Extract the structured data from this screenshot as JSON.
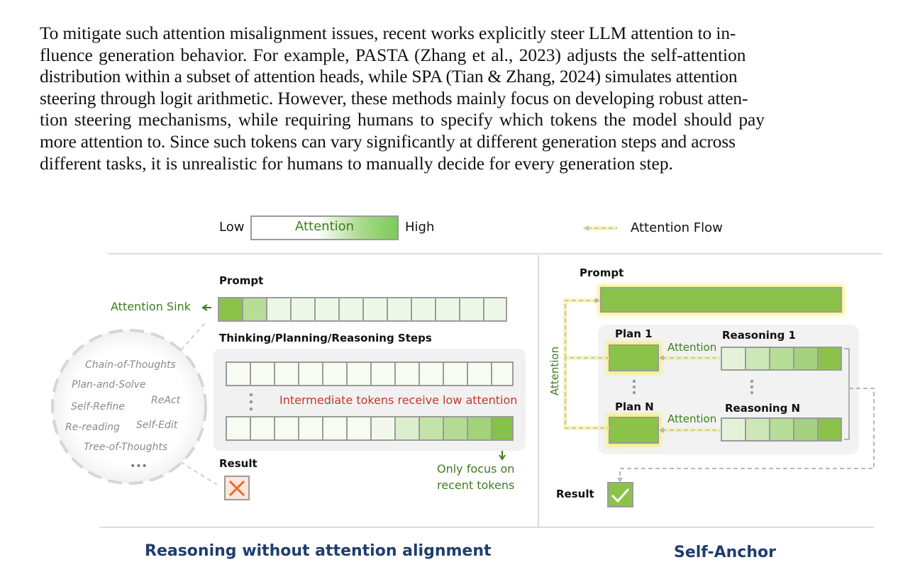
{
  "paragraph": {
    "lines": [
      "To mitigate such attention misalignment issues, recent works explicitly steer LLM attention to in-",
      "fluence generation behavior. For example, PASTA (Zhang et al., 2023) adjusts the self-attention",
      "distribution within a subset of attention heads, while SPA (Tian & Zhang, 2024) simulates attention",
      "steering through logit arithmetic. However, these methods mainly focus on developing robust atten-",
      "tion steering mechanisms, while requiring humans to specify which tokens the model should pay",
      "more attention to. Since such tokens can vary significantly at different generation steps and across",
      "different tasks, it is unrealistic for humans to manually decide for every generation step."
    ]
  },
  "legend": {
    "low": "Low",
    "attention": "Attention",
    "high": "High",
    "flow": "Attention Flow"
  },
  "left_panel": {
    "prompt": "Prompt",
    "attention_sink": "Attention Sink",
    "steps_title": "Thinking/Planning/Reasoning Steps",
    "intermediate_note": "Intermediate tokens receive low attention",
    "result": "Result",
    "focus_line1": "Only focus on",
    "focus_line2": "recent tokens",
    "methods": [
      "Chain-of-Thoughts",
      "Plan-and-Solve",
      "Self-Refine",
      "ReAct",
      "Re-reading",
      "Self-Edit",
      "Tree-of-Thoughts"
    ],
    "ellipsis": "•••",
    "caption": "Reasoning without attention alignment"
  },
  "right_panel": {
    "prompt": "Prompt",
    "plan1": "Plan 1",
    "planN": "Plan N",
    "reasoning1": "Reasoning 1",
    "reasoningN": "Reasoning N",
    "attention_label_1": "Attention",
    "attention_label_2": "Attention",
    "attention_vertical": "Attention",
    "result": "Result",
    "caption": "Self-Anchor"
  },
  "colors": {
    "strong_green": "#8bc34a",
    "pale_green": "#edf7e6",
    "yellow_glow": "#f4f07a",
    "caption_blue": "#1f3e6e",
    "label_green": "#3e7d1e",
    "warn_red": "#c0392b",
    "cross_orange": "#e8692c"
  }
}
